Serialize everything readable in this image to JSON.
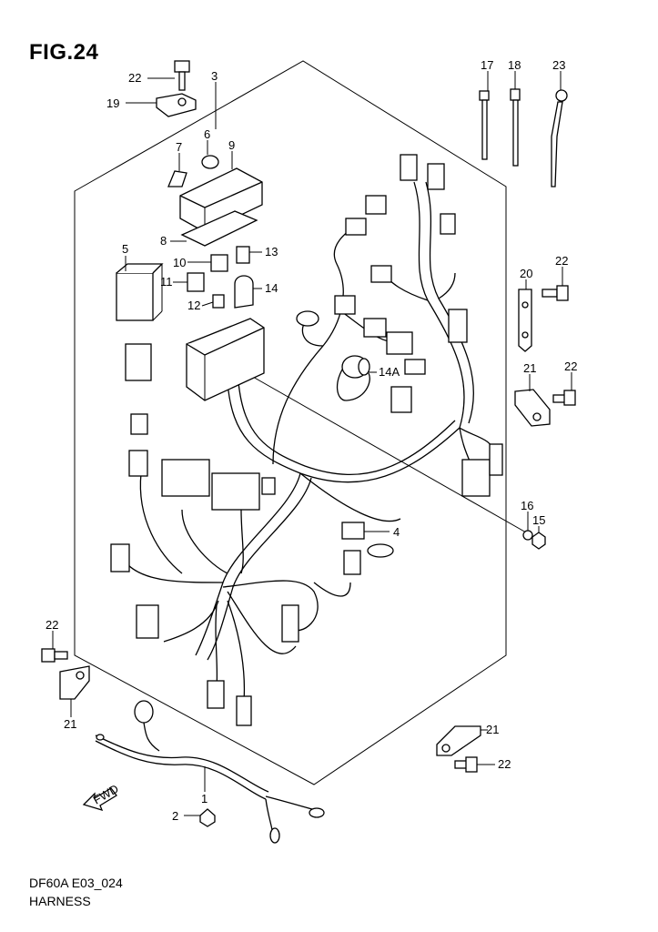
{
  "figure": {
    "title": "FIG.24",
    "code": "DF60A E03_024",
    "name": "HARNESS",
    "direction_marker": "FWD"
  },
  "callouts": [
    "22",
    "3",
    "19",
    "7",
    "6",
    "9",
    "8",
    "5",
    "10",
    "13",
    "11",
    "14",
    "12",
    "14A",
    "4",
    "16",
    "15",
    "17",
    "18",
    "23",
    "20",
    "22",
    "21",
    "22",
    "22",
    "21",
    "21",
    "22",
    "1",
    "2"
  ]
}
